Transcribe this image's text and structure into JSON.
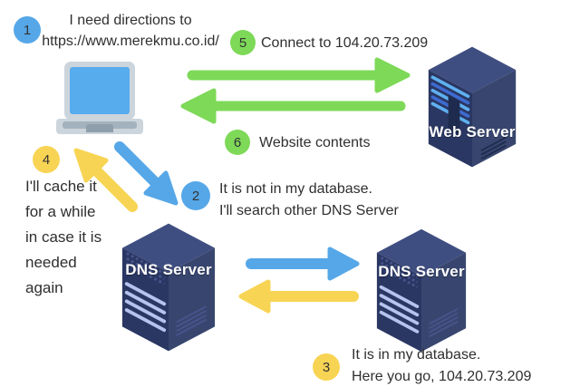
{
  "colors": {
    "blue": "#55A7E8",
    "green": "#7DD957",
    "yellow": "#F8D454",
    "navy_top": "#3F4E80",
    "navy_left": "#2A3763",
    "navy_right": "#38466F",
    "stripe_sky": "#5FB0F0",
    "stripe_blue": "#3E6BD0",
    "stripe_light": "#B6C3EC",
    "grid_line": "#46548C",
    "vent": "#1F2B4E",
    "laptop_frame": "#CCD5DC",
    "laptop_screen": "#57ACEE",
    "laptop_keys": "#A3B2BD",
    "laptop_pad": "#8E9EAB",
    "text": "#2F2F2F"
  },
  "steps": {
    "s1": {
      "num": "1",
      "lines": [
        "I need directions to",
        "https://www.merekmu.co.id/"
      ]
    },
    "s2": {
      "num": "2",
      "lines": [
        "It is not in my database.",
        "I'll search other DNS Server"
      ]
    },
    "s3": {
      "num": "3",
      "lines": [
        "It is in my database.",
        "Here you go, 104.20.73.209"
      ]
    },
    "s4": {
      "num": "4",
      "lines": [
        "I'll cache it",
        "for a while",
        "in case it is",
        "needed",
        "again"
      ]
    },
    "s5": {
      "num": "5",
      "lines": [
        "Connect to 104.20.73.209"
      ]
    },
    "s6": {
      "num": "6",
      "lines": [
        "Website contents"
      ]
    }
  },
  "nodes": {
    "web_server": {
      "label": "Web Server"
    },
    "dns_server_1": {
      "label": "DNS Server"
    },
    "dns_server_2": {
      "label": "DNS Server"
    }
  }
}
